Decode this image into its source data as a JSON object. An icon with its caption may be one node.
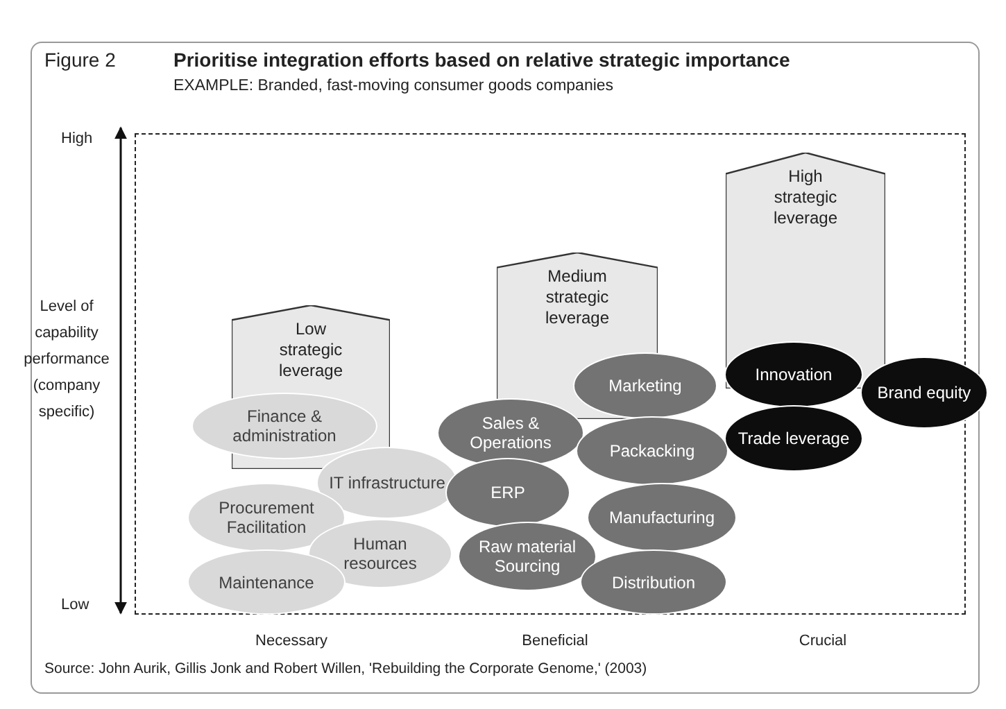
{
  "diagram": {
    "title": "Prioritise integration efforts based on relative strategic importance",
    "caption": "Source: John Aurik, Gillis Jonk and Robert Willen, 'Rebuilding the Corporate Genome,' (2003)",
    "nodes": [
      {
        "text": [
          "Low strategic leverage"
        ]
      },
      {
        "text": [
          "Finance & administration"
        ]
      },
      {
        "text": [
          "IT infrastructure"
        ]
      },
      {
        "text": [
          "Procurement Facilitation"
        ]
      },
      {
        "text": [
          "Human resources"
        ]
      },
      {
        "text": [
          "Maintenance"
        ]
      },
      {
        "text": [
          "Medium strategic leverage"
        ]
      },
      {
        "text": [
          "Marketing"
        ]
      },
      {
        "text": [
          "Sales & Operations"
        ]
      },
      {
        "text": [
          "Packacking"
        ]
      },
      {
        "text": [
          "ERP"
        ]
      },
      {
        "text": [
          "Manufacturing"
        ]
      },
      {
        "text": [
          "Raw material Sourcing"
        ]
      },
      {
        "text": [
          "Distribution"
        ]
      },
      {
        "text": [
          "High strategic leverage"
        ]
      },
      {
        "text": [
          "Innovation"
        ]
      },
      {
        "text": [
          "Brand equity"
        ]
      },
      {
        "text": [
          "Trade leverage"
        ]
      }
    ],
    "edges": [],
    "labels": [
      "Figure 2",
      "EXAMPLE: Branded, fast-moving consumer goods companies",
      "High",
      "Level of capability performance (company specific)",
      "Low",
      "Necessary",
      "Beneficial",
      "Crucial"
    ]
  }
}
